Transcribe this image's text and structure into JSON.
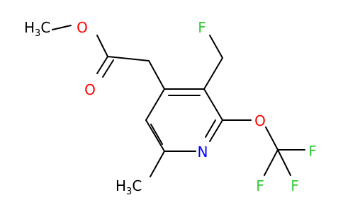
{
  "molecule": {
    "atoms": {
      "methoxy_c": {
        "main": "H",
        "sub": "3",
        "tail": "C",
        "color": "#000000"
      },
      "ester_o": {
        "text": "O",
        "color": "#ff0000"
      },
      "carbonyl_o": {
        "text": "O",
        "color": "#ff0000"
      },
      "ch2f_f": {
        "text": "F",
        "color": "#33cc33"
      },
      "ether_o": {
        "text": "O",
        "color": "#ff0000"
      },
      "ring_n": {
        "text": "N",
        "color": "#0000ff"
      },
      "ring_methyl_c": {
        "main": "H",
        "sub": "3",
        "tail": "C",
        "color": "#000000"
      },
      "cf3_f_right": {
        "text": "F",
        "color": "#33cc33"
      },
      "cf3_f_bottom_left": {
        "text": "F",
        "color": "#33cc33"
      },
      "cf3_f_bottom_right": {
        "text": "F",
        "color": "#33cc33"
      }
    }
  }
}
